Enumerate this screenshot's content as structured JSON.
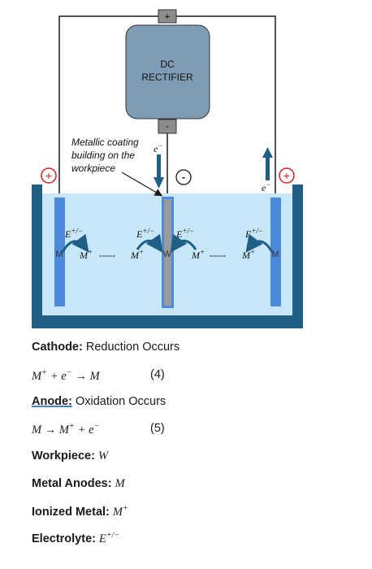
{
  "rectifier": {
    "line1": "DC",
    "line2": "RECTIFIER",
    "plus_terminal": "+",
    "minus_terminal": "-"
  },
  "labels": {
    "electron_left": "e",
    "electron_right": "e",
    "electron_superscript": "−",
    "coating_note": [
      "Metallic coating",
      "building on the",
      "workpiece"
    ],
    "cathode_sign": "-",
    "anode_sign": "+",
    "electrolyte_symbol": "E",
    "electrolyte_sup": "+/−",
    "metal_label": "M",
    "workpiece_label": "W",
    "ion_label": "M",
    "ion_sup": "+",
    "dashes": "-----"
  },
  "legend": {
    "cathode_title": "Cathode:",
    "cathode_text": "Reduction Occurs",
    "eq4_lhs": "M",
    "eq4_text": "+ e",
    "eq4_rhs": "→ M",
    "eq4_num": "(4)",
    "anode_title": "Anode:",
    "anode_text": "Oxidation Occurs",
    "eq5_lhs": "M → M",
    "eq5_text": "+ e",
    "eq5_num": "(5)",
    "workpiece_title": "Workpiece:",
    "workpiece_sym": "W",
    "anodes_title": "Metal Anodes:",
    "anodes_sym": "M",
    "ionized_title": "Ionized Metal:",
    "ionized_sym": "M",
    "electrolyte_title": "Electrolyte:",
    "electrolyte_sym": "E",
    "sup_plus": "+",
    "sup_minus": "−",
    "sup_pm": "+/−"
  },
  "colors": {
    "tank": "#1f5f86",
    "electrolyte": "#c7e6f8",
    "anode": "#4a8ad8",
    "workpiece": "#9a9a9a",
    "rectifier": "#7f9cb5",
    "terminal": "#8c8c8c",
    "arrow": "#1f5f86",
    "sign_ring": "#d81e1e"
  }
}
